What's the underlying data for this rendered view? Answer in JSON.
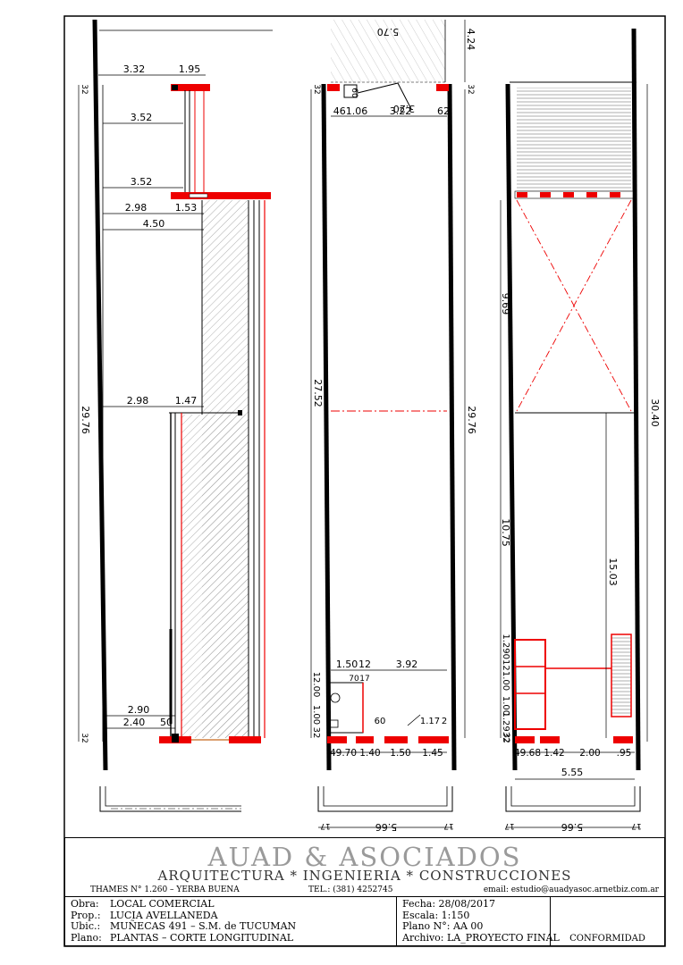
{
  "dims": {
    "p1_top_a": "3.32",
    "p1_top_b": "1.95",
    "p1_w1": "3.52",
    "p1_w2": "3.52",
    "p1_a": "2.98",
    "p1_b": "1.53",
    "p1_c": "4.50",
    "p1_d": "2.98",
    "p1_e": "1.47",
    "p1_f": "2.90",
    "p1_g": "2.40",
    "p1_h": "50",
    "p1_len": "29.76",
    "p2_top": "5.70",
    "p2_side": "4.24",
    "p2_a": "461.06",
    "p2_b": "3.22",
    "p2_c": "62",
    "p2_d": "3.20",
    "p2_e": "60",
    "p2_len": "27.52",
    "p2_len2": "29.76",
    "p2_f": "1.50",
    "p2_g": "12",
    "p2_h": "3.92",
    "p2_i": "70",
    "p2_j": "17",
    "p2_k": "60",
    "p2_l": "1.17",
    "p2_m": "2",
    "p2_v1": "12.00",
    "p2_v2": "1.00",
    "p2_v3": "32",
    "p2_b1": "49.70",
    "p2_b2": "1.40",
    "p2_b3": "1.50",
    "p2_b4": "1.45",
    "p3_a": "9.69",
    "p3_b": "10.75",
    "p3_c": "15.03",
    "p3_len": "30.40",
    "p3_v1": "1.29012",
    "p3_v2": "1.00",
    "p3_v3": "1.00",
    "p3_v4": "1.2932",
    "p3_b1": "49.68",
    "p3_b2": "1.42",
    "p3_b3": "2.00",
    "p3_b4": ".95",
    "p3_total": "5.55",
    "s32": "32",
    "s17": "17",
    "s566": "5.66"
  },
  "titleblock": {
    "firm": "AUAD & ASOCIADOS",
    "subtitle": "ARQUITECTURA  *  INGENIERIA  *  CONSTRUCCIONES",
    "address": "THAMES N° 1.260 – YERBA BUENA",
    "phone": "TEL.: (381) 4252745",
    "email": "email: estudio@auadyasoc.arnetbiz.com.ar",
    "obra_k": "Obra:",
    "obra": "LOCAL COMERCIAL",
    "prop_k": "Prop.:",
    "prop": "LUCIA AVELLANEDA",
    "ubic_k": "Ubic.:",
    "ubic": "MUÑECAS 491 – S.M. de TUCUMAN",
    "plano_k": "Plano:",
    "plano": "PLANTAS – CORTE LONGITUDINAL",
    "fecha": "Fecha: 28/08/2017",
    "escala": "Escala: 1:150",
    "plano_n": "Plano N°: AA 00",
    "archivo": "Archivo: LA_PROYECTO FINAL",
    "conformidad": "CONFORMIDAD"
  },
  "colors": {
    "wall": "#000000",
    "accent": "#e00000",
    "hatch": "#9a9a9a"
  }
}
